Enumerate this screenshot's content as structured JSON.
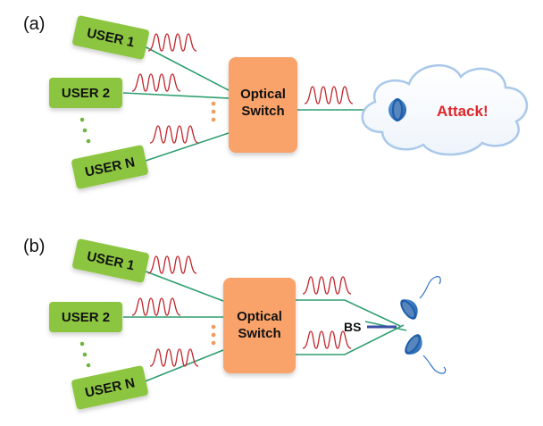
{
  "panel_a": {
    "label": "(a)",
    "users": [
      "USER 1",
      "USER 2",
      "USER N"
    ],
    "switch_line1": "Optical",
    "switch_line2": "Switch",
    "attack_label": "Attack!"
  },
  "panel_b": {
    "label": "(b)",
    "users": [
      "USER 1",
      "USER 2",
      "USER N"
    ],
    "switch_line1": "Optical",
    "switch_line2": "Switch",
    "bs_label": "BS"
  },
  "colors": {
    "user_fill": "#8cc63f",
    "switch_fill": "#f9a36b",
    "fiber": "#2e9e6e",
    "pulse": "#c1272d",
    "detector": "#2f74c9",
    "cloud_stroke": "#a9c8ea",
    "attack_text": "#e0262a"
  }
}
